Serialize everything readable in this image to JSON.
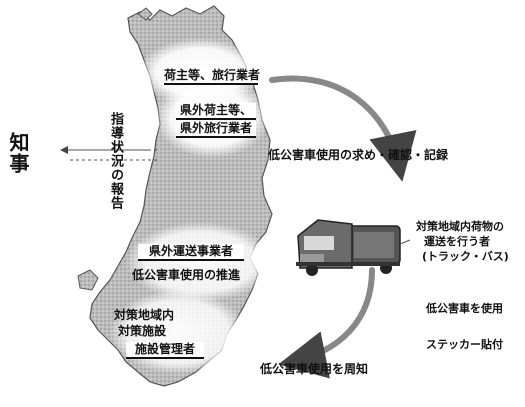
{
  "governor": "知事",
  "report_on_status": "指導状況の報告",
  "boxes": {
    "shipper_travel": "荷主等、旅行業者",
    "prefecture_shipper_line1": "県外荷主等、",
    "prefecture_shipper_line2": "県外旅行業者",
    "transport_operator": "県外運送事業者",
    "facility_manager": "施設管理者"
  },
  "recommend_low_emission": "低公害車使用の推進",
  "request_low_emission": "低公害車使用の求め・確認・記録",
  "target_facility_line1": "対策地域内",
  "target_facility_line2": "対策施設",
  "notify_low_emission": "低公害車使用を周知",
  "operator_note_line1": "対策地域内荷物の",
  "operator_note_line2": "運送を行う者",
  "operator_note_line3": "(トラック・バス)",
  "use_low_emission": "低公害車を使用",
  "sticker": "ステッカー貼付"
}
